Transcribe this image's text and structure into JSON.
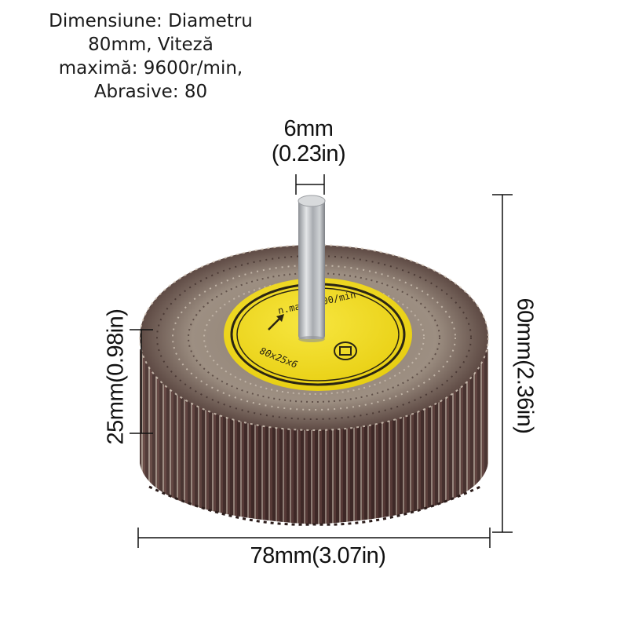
{
  "spec_text": {
    "lines": [
      "Dimensiune: Diametru",
      "80mm, Viteză",
      "maximă: 9600r/min,",
      "Abrasive: 80"
    ]
  },
  "dimensions": {
    "shaft_diameter": {
      "line1": "6mm",
      "line2": "(0.23in)"
    },
    "width": "25mm(0.98in)",
    "total_height": "60mm(2.36in)",
    "diameter": "78mm(3.07in)"
  },
  "product": {
    "name": "flap-wheel",
    "label_hub_text_top": "n.max.9600/min",
    "label_hub_text_bottom": "80x25x6",
    "colors": {
      "hub_yellow": "#f2dc1c",
      "hub_ring": "#2a2514",
      "abrasive_dark": "#4a3431",
      "abrasive_light": "#c9bcae",
      "shaft_metal": "#b9bcc0",
      "dimension_lines": "#111111"
    }
  }
}
